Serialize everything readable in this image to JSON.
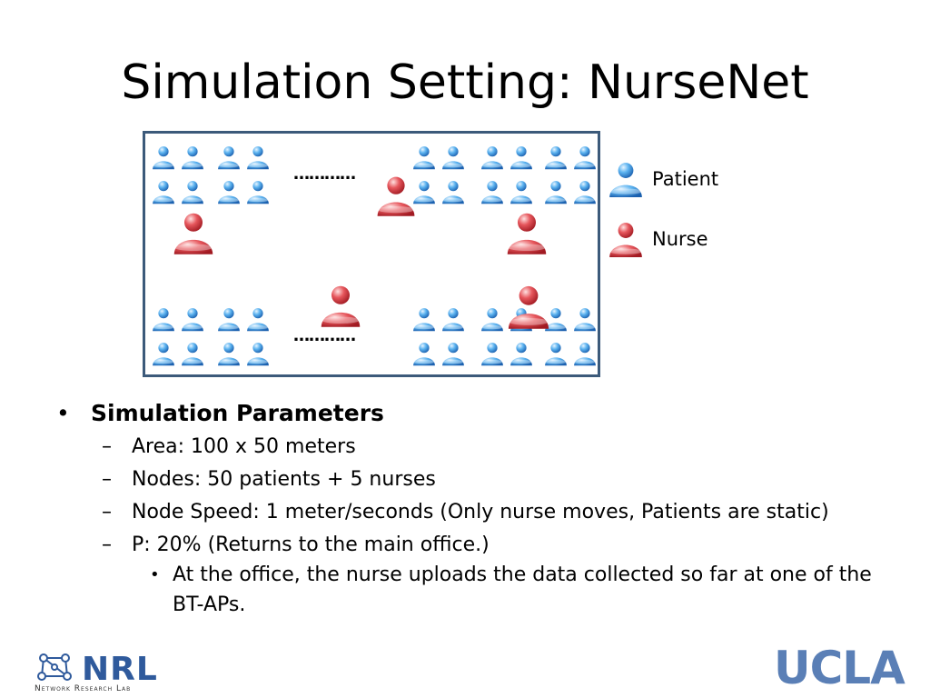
{
  "slide": {
    "title": "Simulation Setting: NurseNet"
  },
  "diagram": {
    "ellipsis_top": "…………",
    "ellipsis_bottom": "…………"
  },
  "legend": [
    {
      "label": "Patient",
      "icon": "patient-icon",
      "color": "#3a8fd8"
    },
    {
      "label": "Nurse",
      "icon": "nurse-icon",
      "color": "#d8333a"
    }
  ],
  "bullets": {
    "heading": "Simulation Parameters",
    "bullet_mark": "•",
    "dash_mark": "–",
    "sub_mark": "•",
    "items": [
      "Area: 100 x 50 meters",
      "Nodes: 50 patients + 5 nurses",
      "Node Speed: 1 meter/seconds (Only nurse moves, Patients are static)",
      "P: 20% (Returns to the main office.)"
    ],
    "sub_items": [
      "At the office, the nurse uploads the data collected so far at one of the BT-APs."
    ]
  },
  "logos": {
    "nrl": "NRL",
    "nrl_subtitle": "Network Research Lab",
    "ucla": "UCLA"
  }
}
